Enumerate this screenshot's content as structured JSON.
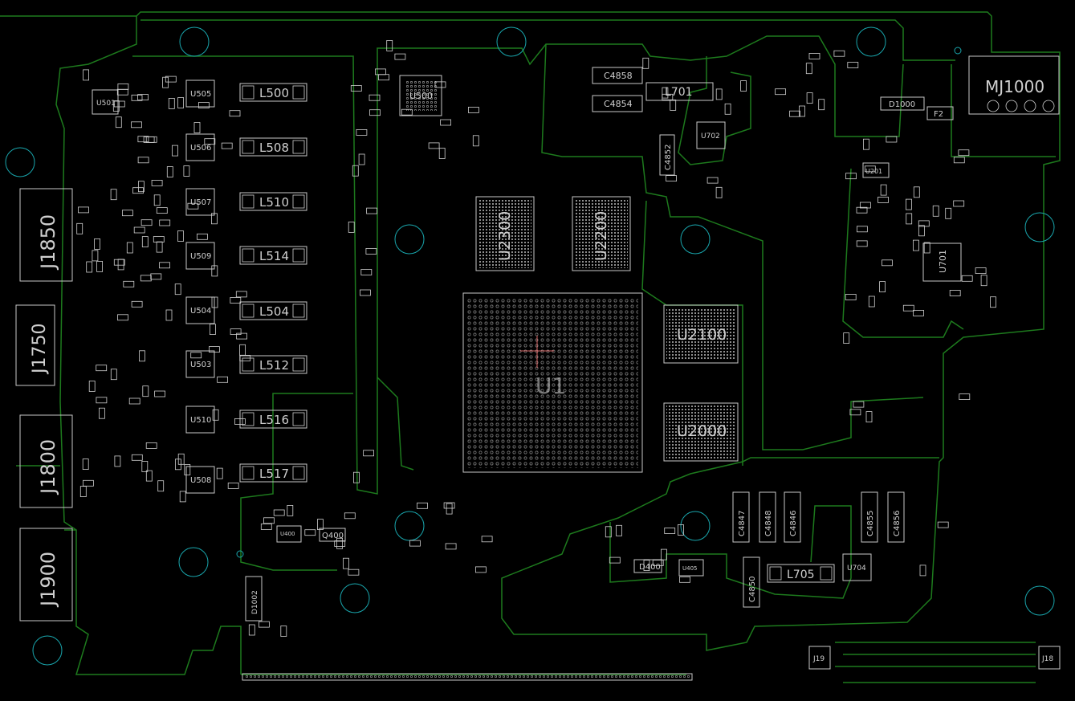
{
  "board": {
    "bg": "#000000",
    "trace_color": "#1d7a1d",
    "silk_color": "#cfcfcf",
    "hole_color": "#19a6ad",
    "labels": {
      "j1850": "J1850",
      "j1750": "J1750",
      "j1800": "J1800",
      "j1900": "J1900",
      "u1": "U1",
      "u2100": "U2100",
      "u2000": "U2000",
      "u2300": "U2300",
      "u2200": "U2200",
      "mj1000": "MJ1000",
      "l701": "L701",
      "l705": "L705",
      "u500": "U500",
      "u505": "U505",
      "u506": "U506",
      "u507": "U507",
      "u509": "U509",
      "u504": "U504",
      "u503": "U503",
      "u510": "U510",
      "u508": "U508",
      "u501": "U501",
      "u701": "U701",
      "u702": "U702",
      "u704": "U704",
      "u201": "U201",
      "c4858": "C4858",
      "c4854": "C4854",
      "c4852": "C4852",
      "c4847": "C4847",
      "c4848": "C4848",
      "c4846": "C4846",
      "c4855": "C4855",
      "c4856": "C4856",
      "c4850": "C4850",
      "f2": "F2",
      "d1000": "D1000",
      "l500": "L500",
      "l508": "L508",
      "l510": "L510",
      "l514": "L514",
      "l504": "L504",
      "l512": "L512",
      "l516": "L516",
      "l517": "L517",
      "q400": "Q400",
      "d400": "D400",
      "d1002": "D1002",
      "u400": "U400",
      "u405": "U405",
      "j19": "J19",
      "j18": "J18"
    }
  }
}
